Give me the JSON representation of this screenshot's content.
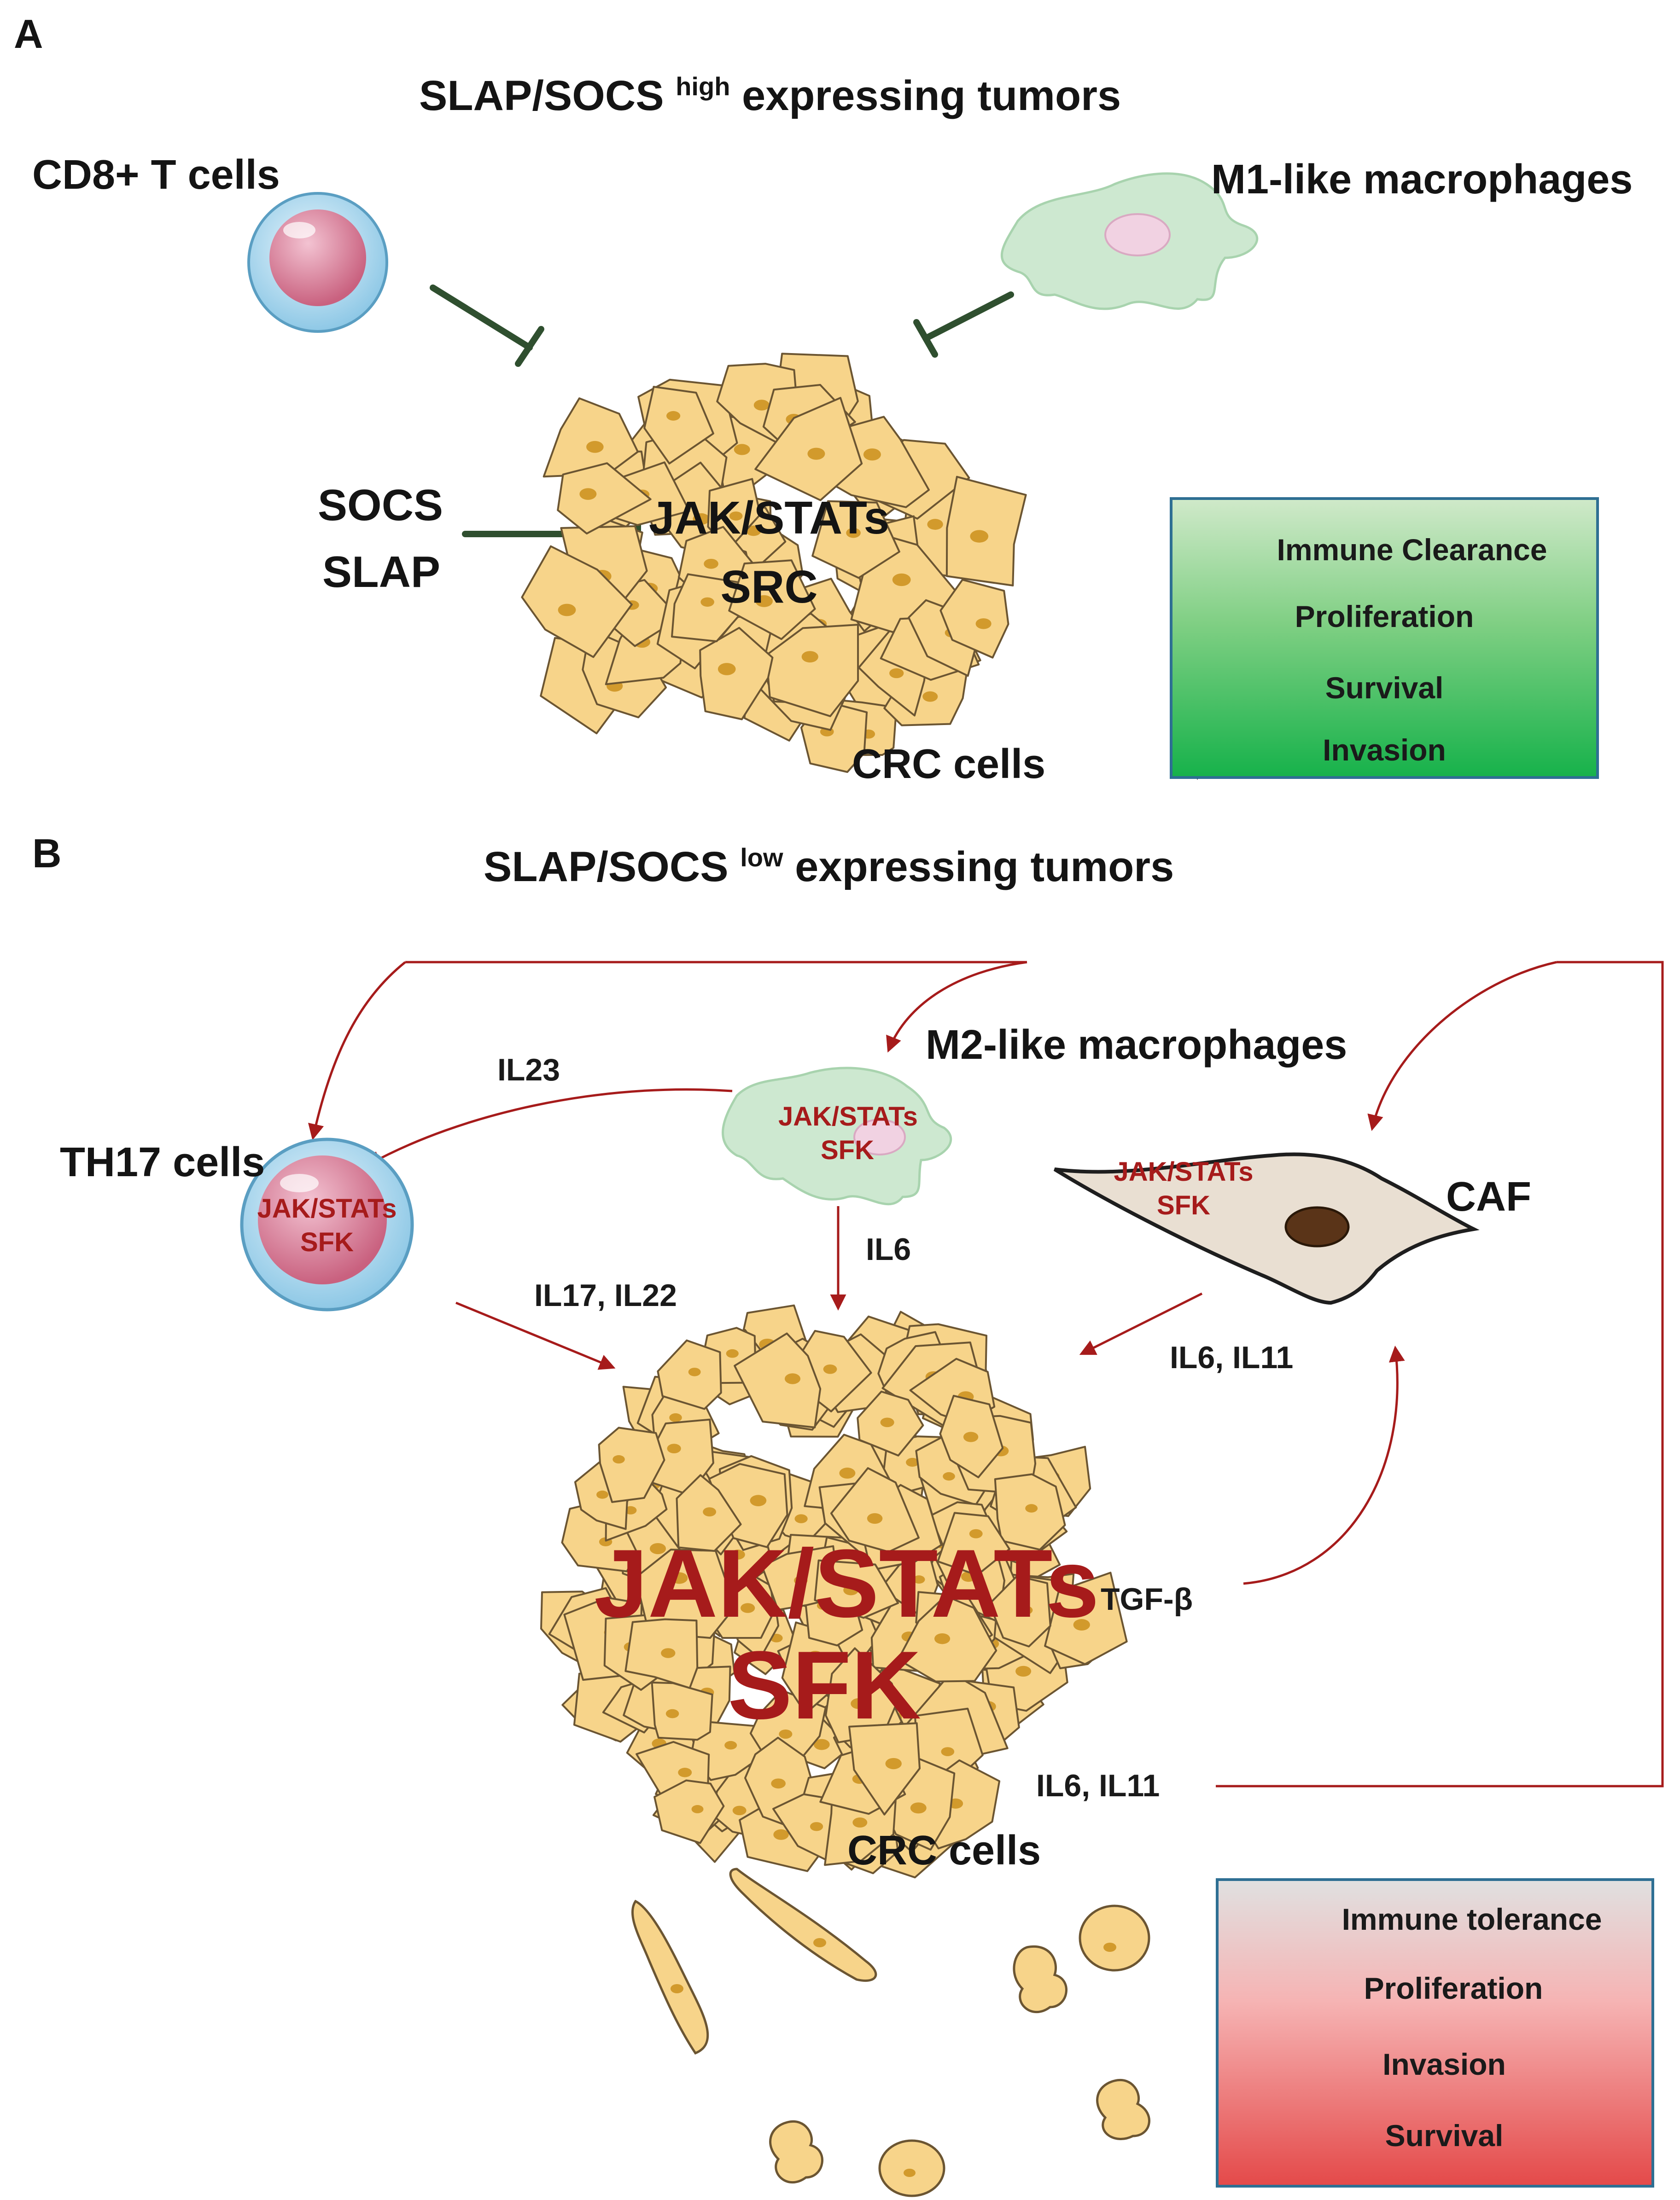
{
  "panel_a": {
    "letter": "A",
    "title_main": "SLAP/SOCS",
    "title_sup": "high",
    "title_tail": "expressing tumors",
    "cd8_label": "CD8+ T cells",
    "m1_label": "M1-like macrophages",
    "socs_label": "SOCS",
    "slap_label": "SLAP",
    "core_line1": "JAK/STATs",
    "core_line2": "SRC",
    "crc_label": "CRC cells",
    "legend": {
      "items": [
        "Immune Clearance",
        "Proliferation",
        "Survival",
        "Invasion"
      ],
      "colors": [
        "#cfe9c9",
        "#17b24b"
      ]
    }
  },
  "panel_b": {
    "letter": "B",
    "title_main": "SLAP/SOCS",
    "title_sup": "low",
    "title_tail": "expressing tumors",
    "m2_label": "M2-like macrophages",
    "th17_label": "TH17 cells",
    "caf_label": "CAF",
    "pathway_line1": "JAK/STATs",
    "pathway_line2": "SFK",
    "cytokines": {
      "il23": "IL23",
      "il6_m2": "IL6",
      "il17_il22": "IL17, IL22",
      "il6_il11_caf": "IL6, IL11",
      "tgfb": "TGF-β",
      "il6_il11_crc": "IL6, IL11"
    },
    "crc_label": "CRC cells",
    "legend": {
      "items": [
        "Immune tolerance",
        "Proliferation",
        "Invasion",
        "Survival"
      ],
      "colors": [
        "#e0e0e0",
        "#e44a4a"
      ]
    }
  },
  "colors": {
    "inhibit": "#2f4f2f",
    "activation": "#a61b1b",
    "tumor_cell": "#f7d48a",
    "tumor_nucleus": "#d29a2c",
    "m1_body": "#cde8d0",
    "tcell_outer": "#9fd0ea",
    "tcell_inner": "#d9869c",
    "caf_body": "#e9dfd2"
  }
}
